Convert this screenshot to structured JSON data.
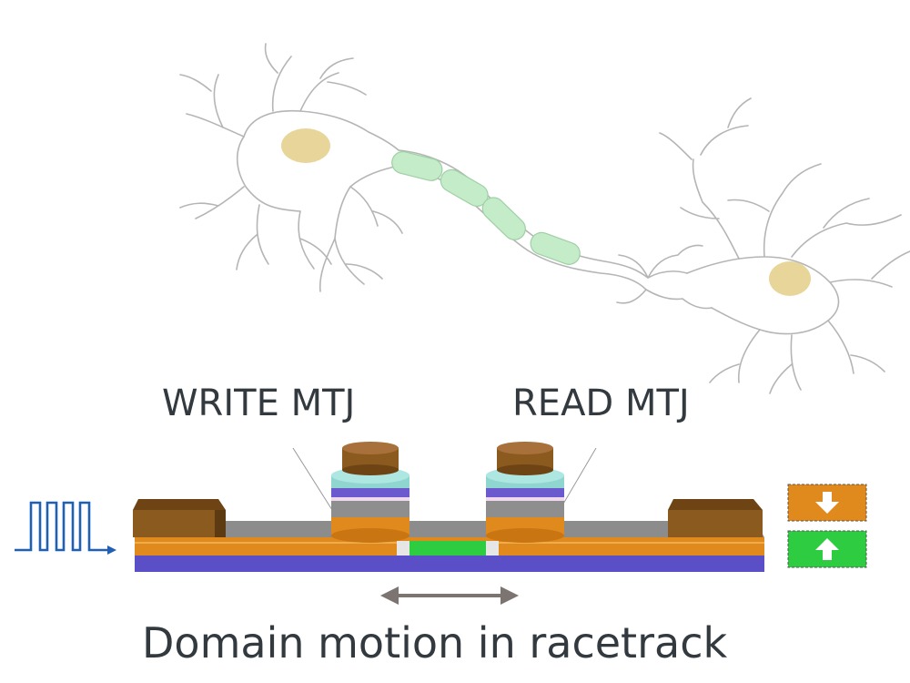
{
  "labels": {
    "write_mtj": "WRITE MTJ",
    "read_mtj": "READ MTJ",
    "caption": "Domain motion in racetrack"
  },
  "legend": [
    {
      "name": "domain-down",
      "color": "#e08a1e",
      "icon": "arrow-down-icon"
    },
    {
      "name": "domain-up",
      "color": "#2ecc40",
      "icon": "arrow-up-icon"
    }
  ],
  "colors": {
    "soma": "#e8d59a",
    "myelin": "#c4ecc8",
    "neuron_outline": "#b5b5b5",
    "contact": "#8a5a1e",
    "track_top": "#8c8c8c",
    "orange_layer": "#e08a1e",
    "blue_layer": "#5b4fc8",
    "green_domain": "#2ecc40",
    "mtj_cap": "#8a5a1e",
    "mtj_teal": "#8fd6d0",
    "mtj_gray": "#8e8e8e",
    "mtj_purple": "#6a5acd",
    "pulse": "#1f5fb4",
    "motion_arrow": "#7b7470"
  },
  "icons": {
    "pulse": "square-wave-icon",
    "motion": "double-arrow-icon"
  }
}
